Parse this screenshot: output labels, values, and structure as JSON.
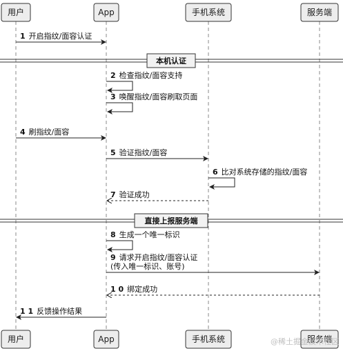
{
  "participants": [
    {
      "id": "user",
      "label": "用户"
    },
    {
      "id": "app",
      "label": "App"
    },
    {
      "id": "sys",
      "label": "手机系统"
    },
    {
      "id": "server",
      "label": "服务端"
    }
  ],
  "items": [
    {
      "kind": "msg",
      "from": "user",
      "to": "app",
      "num": "1",
      "lines": [
        "开启指纹/面容认证"
      ]
    },
    {
      "kind": "divider",
      "label": "本机认证"
    },
    {
      "kind": "self",
      "at": "app",
      "num": "2",
      "lines": [
        "检查指纹/面容支持"
      ]
    },
    {
      "kind": "self",
      "at": "app",
      "num": "3",
      "lines": [
        "唤醒指纹/面容刷取页面"
      ]
    },
    {
      "kind": "msg",
      "from": "user",
      "to": "app",
      "num": "4",
      "lines": [
        "刷指纹/面容"
      ]
    },
    {
      "kind": "msg",
      "from": "app",
      "to": "sys",
      "num": "5",
      "lines": [
        "验证指纹/面容"
      ]
    },
    {
      "kind": "self",
      "at": "sys",
      "num": "6",
      "lines": [
        "比对系统存储的指纹/面容"
      ]
    },
    {
      "kind": "msg",
      "from": "sys",
      "to": "app",
      "num": "7",
      "lines": [
        "验证成功"
      ],
      "dashed": true
    },
    {
      "kind": "divider",
      "label": "直接上报服务端"
    },
    {
      "kind": "self",
      "at": "app",
      "num": "8",
      "lines": [
        "生成一个唯一标识"
      ]
    },
    {
      "kind": "msg",
      "from": "app",
      "to": "server",
      "num": "9",
      "lines": [
        "请求开启指纹/面容认证",
        "(传入唯一标识、账号)"
      ]
    },
    {
      "kind": "msg",
      "from": "server",
      "to": "app",
      "num": "1 0",
      "lines": [
        "绑定成功"
      ],
      "dashed": true
    },
    {
      "kind": "msg",
      "from": "app",
      "to": "user",
      "num": "1 1",
      "lines": [
        "反馈操作结果"
      ]
    }
  ],
  "watermark": "@稀土掘金技术社区"
}
